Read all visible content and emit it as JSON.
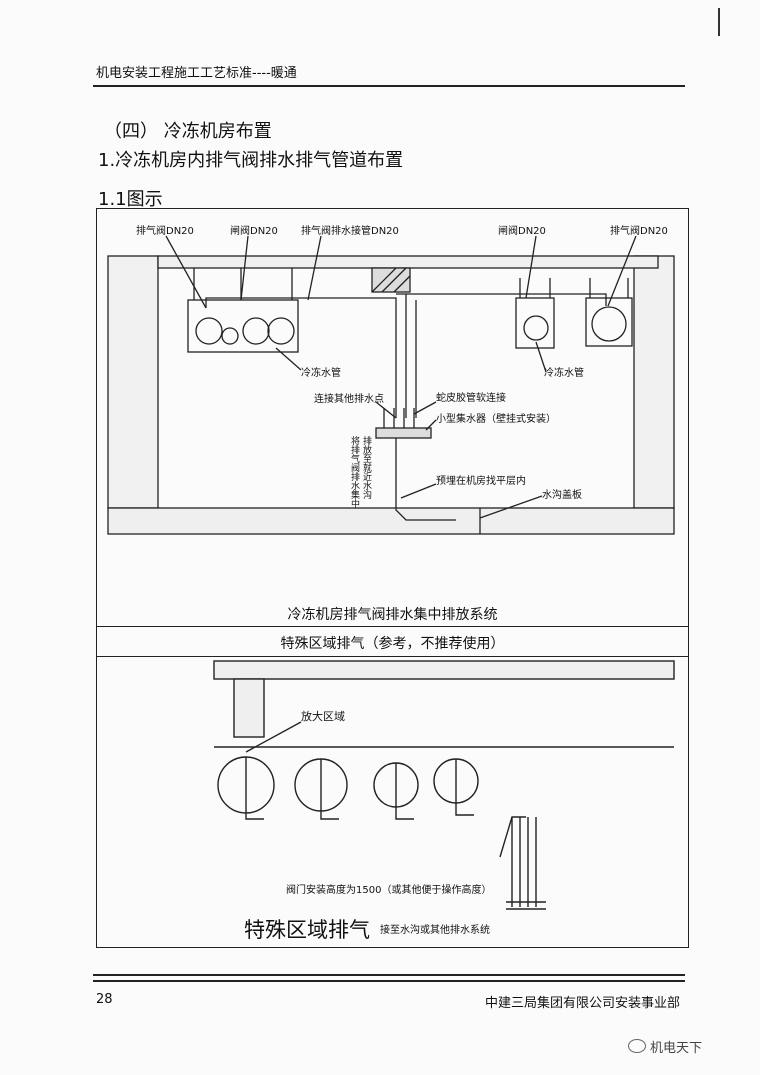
{
  "header": {
    "title": "机电安装工程施工工艺标准----暖通"
  },
  "headings": {
    "section": "（四） 冷冻机房布置",
    "subsection": "1.冷冻机房内排气阀排水排气管道布置",
    "figure_heading": "1.1图示"
  },
  "diagram1": {
    "labels": {
      "vent_valve_left": "排气阀DN20",
      "gate_valve_left": "闸阀DN20",
      "drain_pipe": "排气阀排水接管DN20",
      "gate_valve_right": "闸阀DN20",
      "vent_valve_right": "排气阀DN20",
      "chilled_pipe_left": "冷冻水管",
      "chilled_pipe_right": "冷冻水管",
      "other_drain": "连接其他排水点",
      "hose": "蛇皮胶管软连接",
      "collector": "小型集水器（壁挂式安装）",
      "vertical_note_1": "将排气阀排水集中",
      "vertical_note_2": "排放至就近水沟",
      "embedded": "预埋在机房找平层内",
      "trench_cover": "水沟盖板"
    },
    "caption": "冷冻机房排气阀排水集中排放系统"
  },
  "diagram2": {
    "title": "特殊区域排气（参考，不推荐使用）",
    "labels": {
      "zoom": "放大区域",
      "valve_height": "阀门安装高度为1500（或其他便于操作高度）",
      "big_title": "特殊区域排气",
      "connect": "接至水沟或其他排水系统"
    }
  },
  "footer": {
    "page": "28",
    "org": "中建三局集团有限公司安装事业部",
    "watermark": "机电天下"
  }
}
